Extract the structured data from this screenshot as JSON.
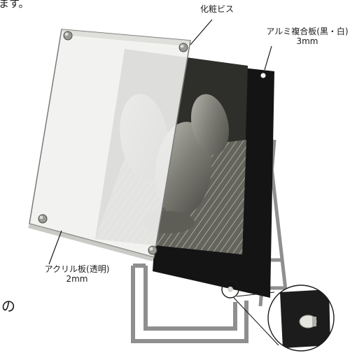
{
  "labels": {
    "screw": "化粧ビス",
    "composite_board": "アルミ複合板(黒・白)",
    "composite_thickness": "3mm",
    "acrylic_board": "アクリル板(透明)",
    "acrylic_thickness": "2mm"
  },
  "fragments": {
    "top_left": "ます。",
    "side_left": "の"
  },
  "colors": {
    "board_black": "#141414",
    "acrylic": "#f1f2f0",
    "frame": "#8f8f8f"
  }
}
